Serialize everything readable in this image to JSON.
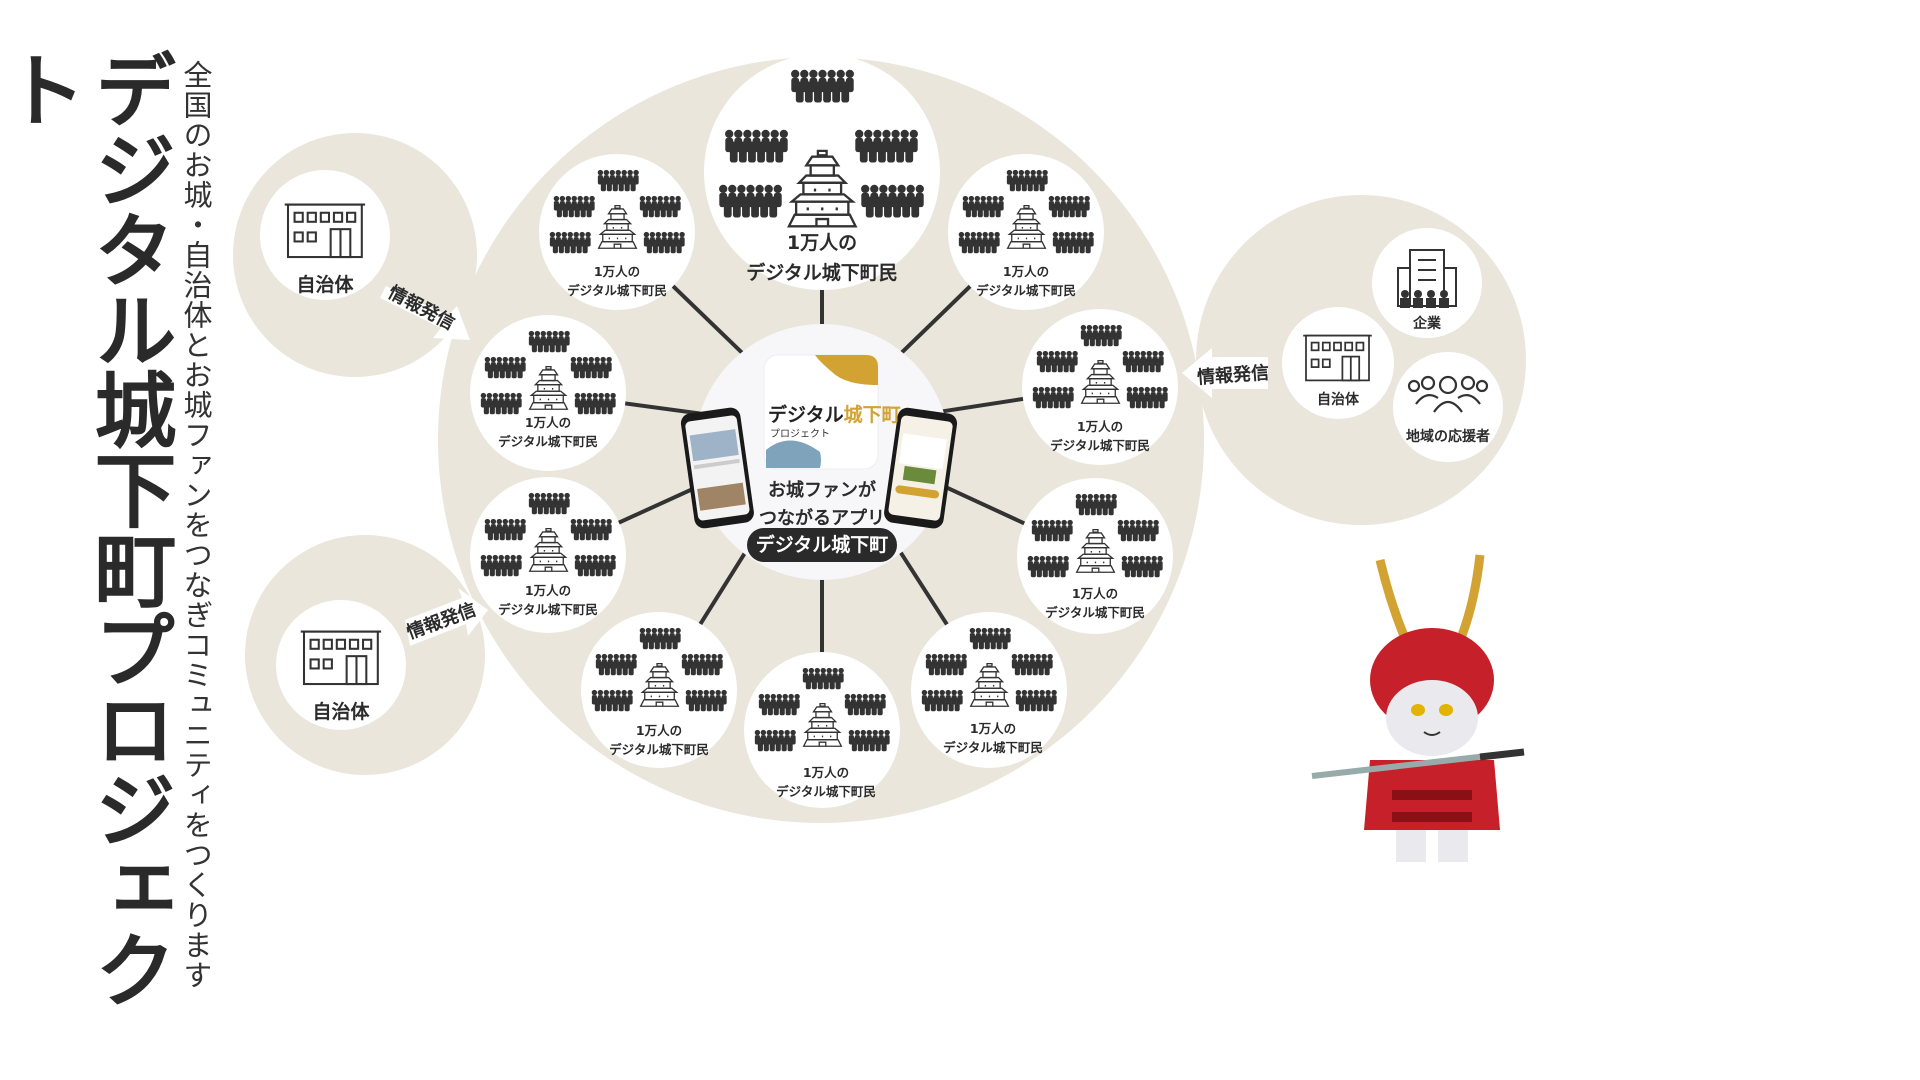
{
  "title": "デジタル城下町プロジェクト",
  "subtitle": "全国のお城・自治体とお城ファンをつなぎコミュニティをつくります",
  "community_label_line1": "1万人の",
  "community_label_line2": "デジタル城下町民",
  "center": {
    "logo_text": "デジタル",
    "logo_kanji": "城下町",
    "logo_sub": "プロジェクト",
    "caption_line1": "お城ファンが",
    "caption_line2": "つながるアプリ",
    "app_name": "デジタル城下町"
  },
  "left_top_group": {
    "label": "自治体",
    "arrow": "情報発信"
  },
  "left_bottom_group": {
    "label": "自治体",
    "arrow": "情報発信"
  },
  "right_group": {
    "arrow": "情報発信",
    "items": [
      "企業",
      "自治体",
      "地域の応援者"
    ]
  },
  "colors": {
    "beige": "#ebe6dc",
    "dark": "#2a2a2a",
    "gold": "#d2a232",
    "blue": "#7ea3bb",
    "samurai_red": "#c6202a"
  },
  "icons": [
    "people-crowd-icon",
    "castle-icon",
    "building-icon",
    "office-tower-icon",
    "community-people-icon",
    "samurai-mascot-icon"
  ]
}
